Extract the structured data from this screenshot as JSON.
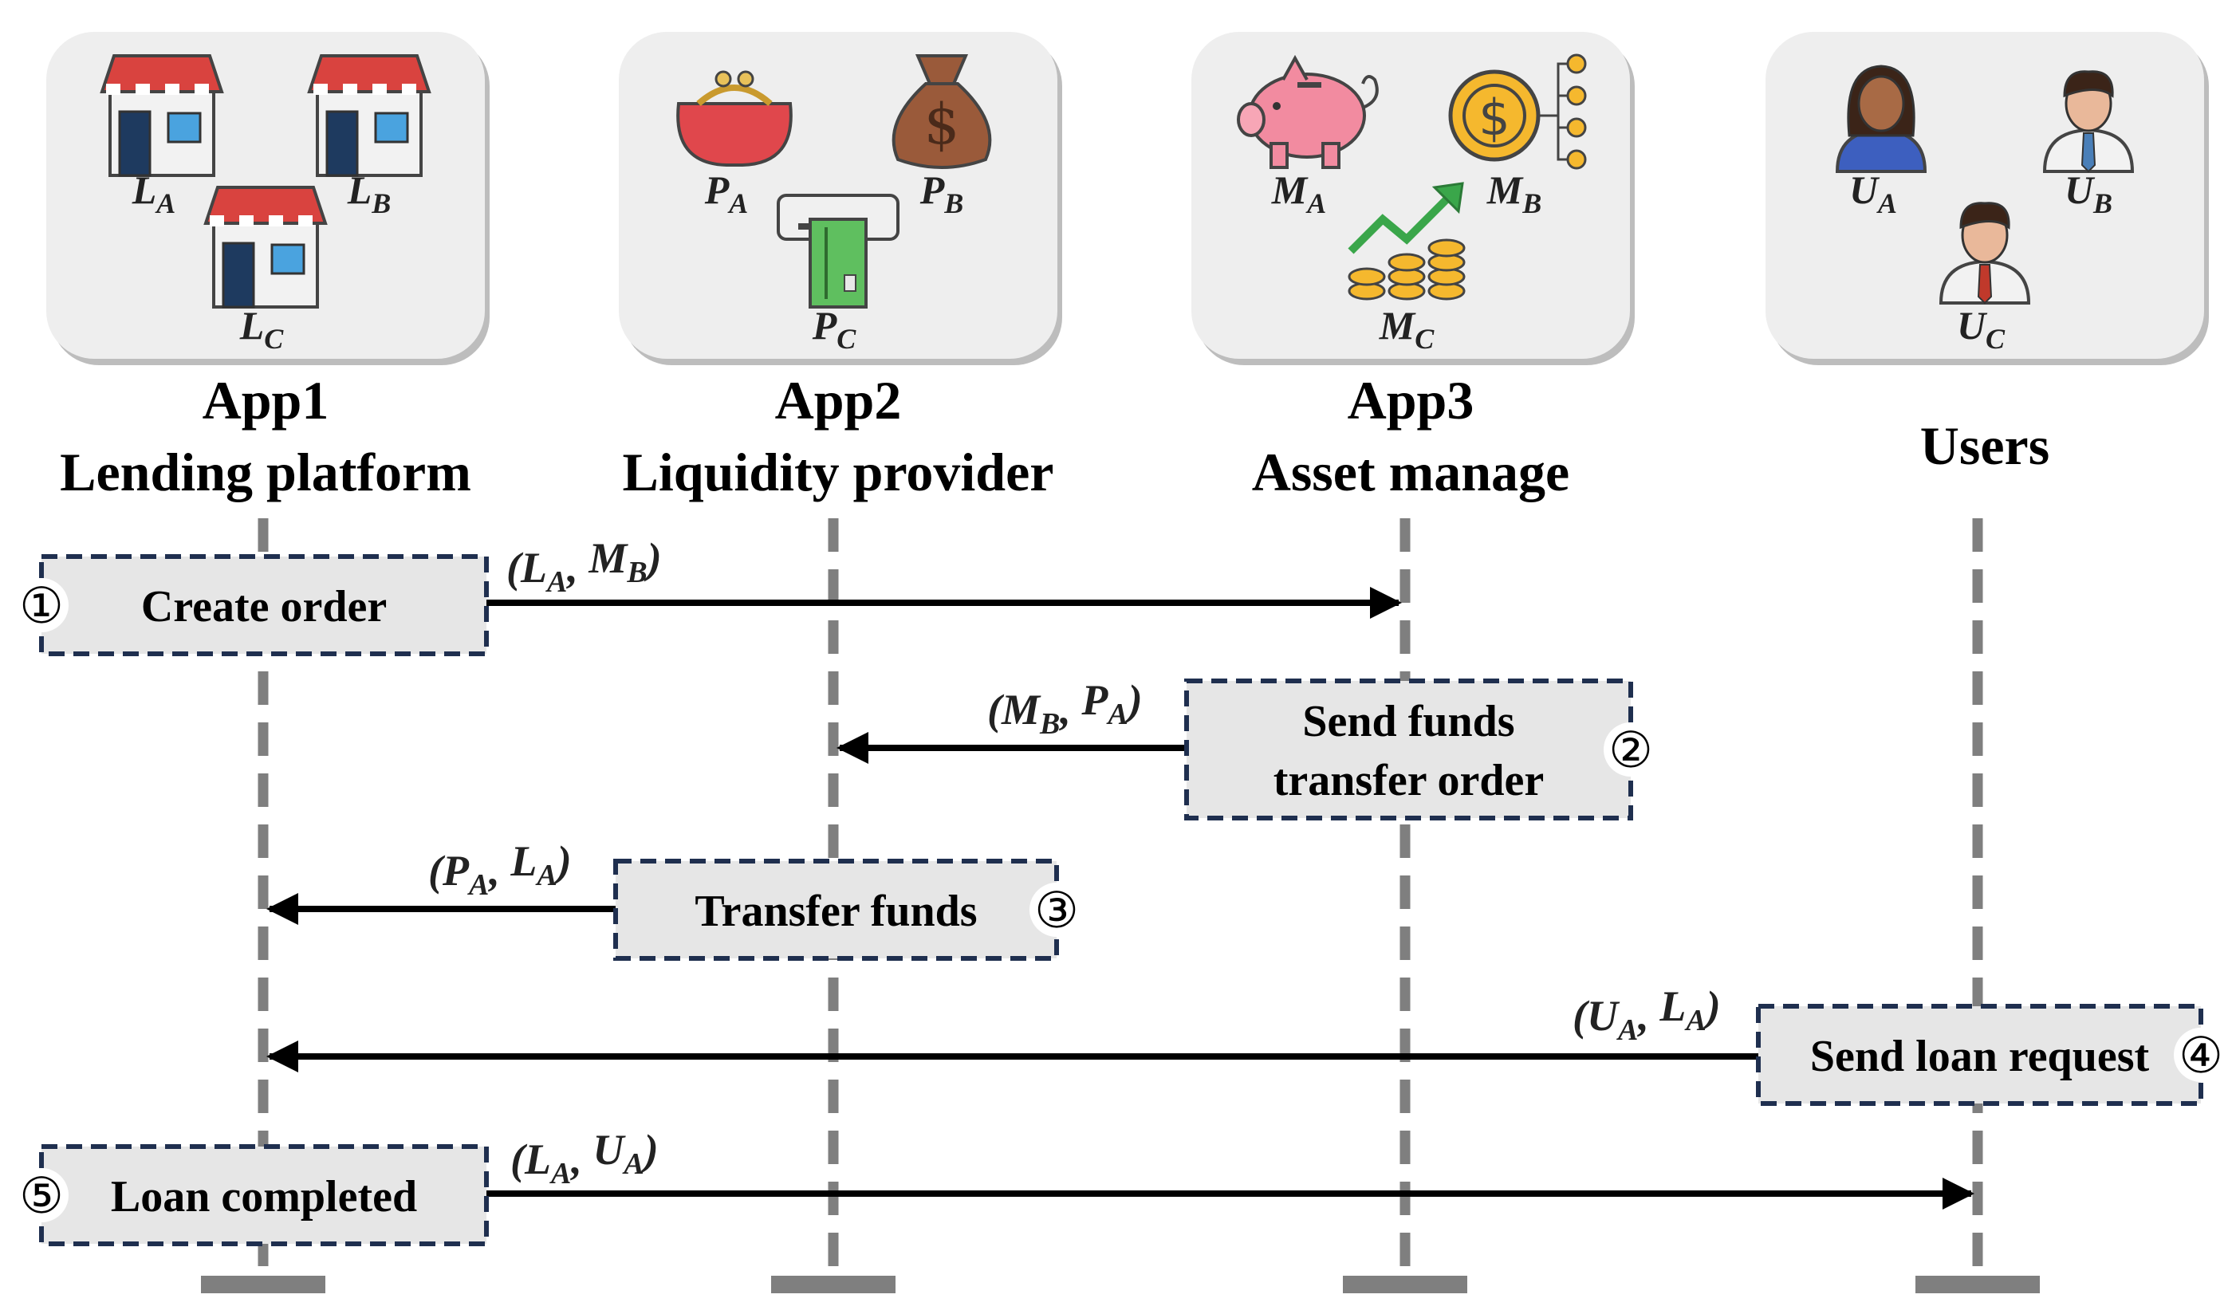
{
  "colors": {
    "panel_bg": "#eeeeee",
    "panel_shadow": "#bdbdbd",
    "step_box_bg": "#e6e6e6",
    "step_box_border": "#1f2f4f",
    "lifeline": "#7f7f7f",
    "arrow": "#000000"
  },
  "columns": [
    {
      "id": "app1",
      "title": "App1",
      "subtitle": "Lending platform",
      "icons": [
        {
          "name": "shop-icon",
          "base": "L",
          "sub": "A"
        },
        {
          "name": "shop-icon",
          "base": "L",
          "sub": "B"
        },
        {
          "name": "shop-icon",
          "base": "L",
          "sub": "C"
        }
      ]
    },
    {
      "id": "app2",
      "title": "App2",
      "subtitle": "Liquidity provider",
      "icons": [
        {
          "name": "purse-icon",
          "base": "P",
          "sub": "A"
        },
        {
          "name": "money-bag-icon",
          "base": "P",
          "sub": "B"
        },
        {
          "name": "card-terminal-icon",
          "base": "P",
          "sub": "C"
        }
      ]
    },
    {
      "id": "app3",
      "title": "App3",
      "subtitle": "Asset manage",
      "icons": [
        {
          "name": "piggy-bank-icon",
          "base": "M",
          "sub": "A"
        },
        {
          "name": "dollar-coin-network-icon",
          "base": "M",
          "sub": "B"
        },
        {
          "name": "coins-growth-icon",
          "base": "M",
          "sub": "C"
        }
      ]
    },
    {
      "id": "users",
      "title": "",
      "subtitle": "Users",
      "icons": [
        {
          "name": "woman-user-icon",
          "base": "U",
          "sub": "A"
        },
        {
          "name": "man-user-icon",
          "base": "U",
          "sub": "B"
        },
        {
          "name": "man-user-icon",
          "base": "U",
          "sub": "C"
        }
      ]
    }
  ],
  "steps": [
    {
      "number": "①",
      "label_lines": [
        "Create order"
      ],
      "from": "app1",
      "to": "app3",
      "msg": [
        {
          "b": "L",
          "s": "A"
        },
        {
          "b": "M",
          "s": "B"
        }
      ]
    },
    {
      "number": "②",
      "label_lines": [
        "Send funds",
        "transfer order"
      ],
      "from": "app3",
      "to": "app2",
      "msg": [
        {
          "b": "M",
          "s": "B"
        },
        {
          "b": "P",
          "s": "A"
        }
      ]
    },
    {
      "number": "③",
      "label_lines": [
        "Transfer funds"
      ],
      "from": "app2",
      "to": "app1",
      "msg": [
        {
          "b": "P",
          "s": "A"
        },
        {
          "b": "L",
          "s": "A"
        }
      ]
    },
    {
      "number": "④",
      "label_lines": [
        "Send loan request"
      ],
      "from": "users",
      "to": "app1",
      "msg": [
        {
          "b": "U",
          "s": "A"
        },
        {
          "b": "L",
          "s": "A"
        }
      ]
    },
    {
      "number": "⑤",
      "label_lines": [
        "Loan completed"
      ],
      "from": "app1",
      "to": "users",
      "msg": [
        {
          "b": "L",
          "s": "A"
        },
        {
          "b": "U",
          "s": "A"
        }
      ]
    }
  ]
}
